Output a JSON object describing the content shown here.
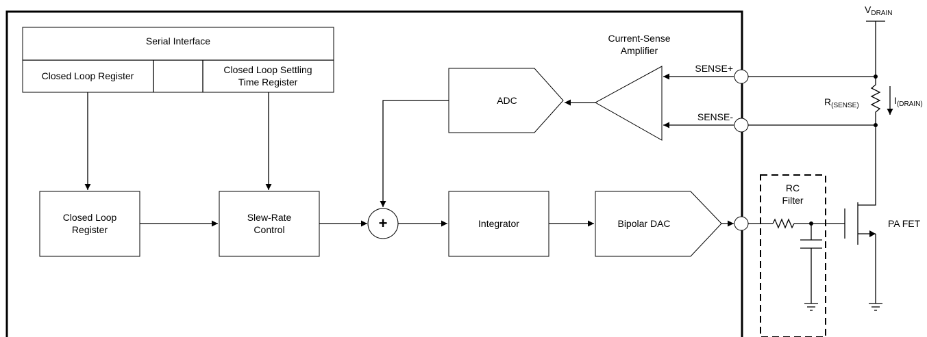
{
  "labels": {
    "serial_interface": "Serial Interface",
    "closed_loop_register_top": "Closed Loop Register",
    "settling_time_line1": "Closed Loop Settling",
    "settling_time_line2": "Time Register",
    "closed_loop_register_line1": "Closed Loop",
    "closed_loop_register_line2": "Register",
    "slew_rate_line1": "Slew-Rate",
    "slew_rate_line2": "Control",
    "summer_symbol": "+",
    "integrator": "Integrator",
    "bipolar_dac": "Bipolar DAC",
    "adc": "ADC",
    "current_sense_line1": "Current-Sense",
    "current_sense_line2": "Amplifier",
    "sense_plus": "SENSE+",
    "sense_minus": "SENSE-",
    "v_drain_main": "V",
    "v_drain_sub": "DRAIN",
    "r_sense_main": "R",
    "r_sense_sub": "(SENSE)",
    "i_drain_main": "I",
    "i_drain_sub": "(DRAIN)",
    "rc_filter_line1": "RC",
    "rc_filter_line2": "Filter",
    "pa_fet": "PA FET"
  }
}
